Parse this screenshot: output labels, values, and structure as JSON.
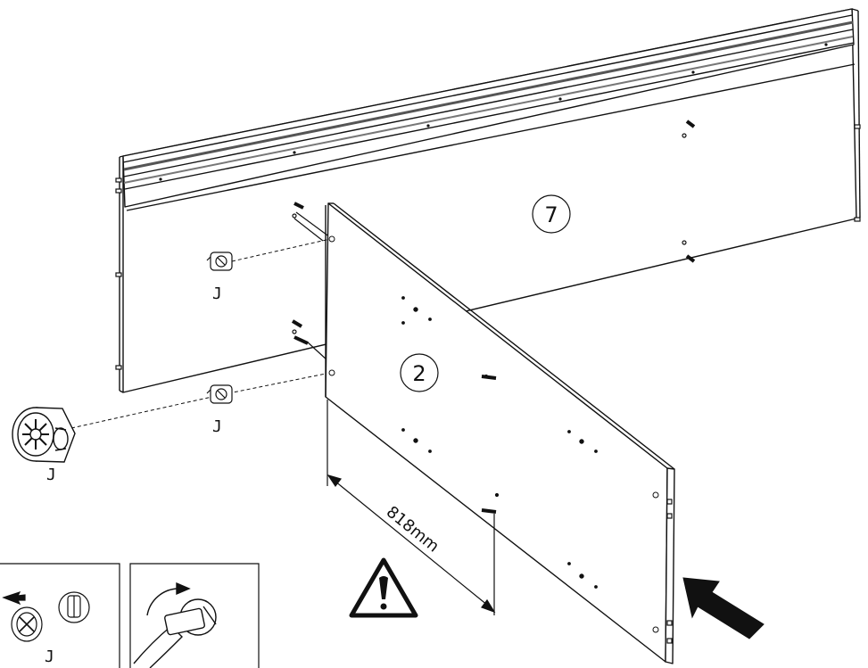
{
  "diagram": {
    "panel_callouts": [
      "7",
      "2"
    ],
    "fitting_labels": [
      "J",
      "J",
      "J",
      "J"
    ],
    "dimension": "818mm"
  },
  "colors": {
    "line": "#111111",
    "background": "#ffffff",
    "rail_shade": "#8a8a8a"
  },
  "icons": [
    "warning-triangle-icon",
    "insert-arrow-icon",
    "cam-lock-icon",
    "hammer-icon"
  ]
}
